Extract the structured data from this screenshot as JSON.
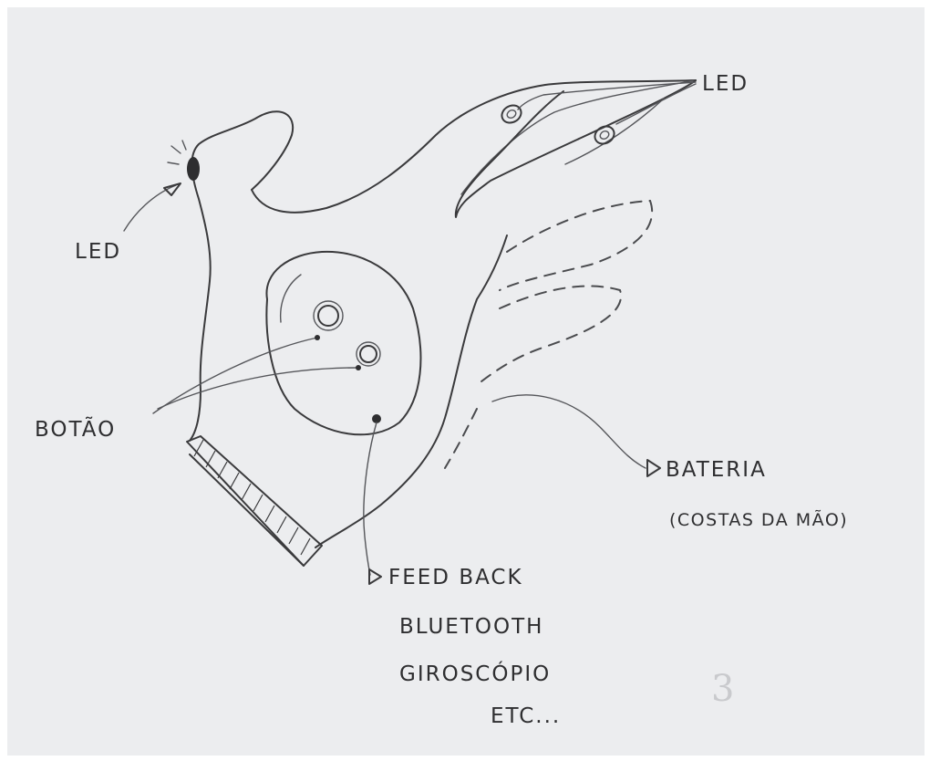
{
  "labels": {
    "led_fingers": "LED",
    "led_thumb": "LED",
    "button": "BOTÃO",
    "battery": "BATERIA",
    "battery_note": "(COSTAS DA MÃO)",
    "feedback": "FEED BACK",
    "bluetooth": "BLUETOOTH",
    "gyroscope": "GIROSCÓPIO",
    "etc": "ETC..."
  },
  "page_mark": "3",
  "colors": {
    "paper": "#ecedef",
    "ink": "#3a3a3c"
  }
}
